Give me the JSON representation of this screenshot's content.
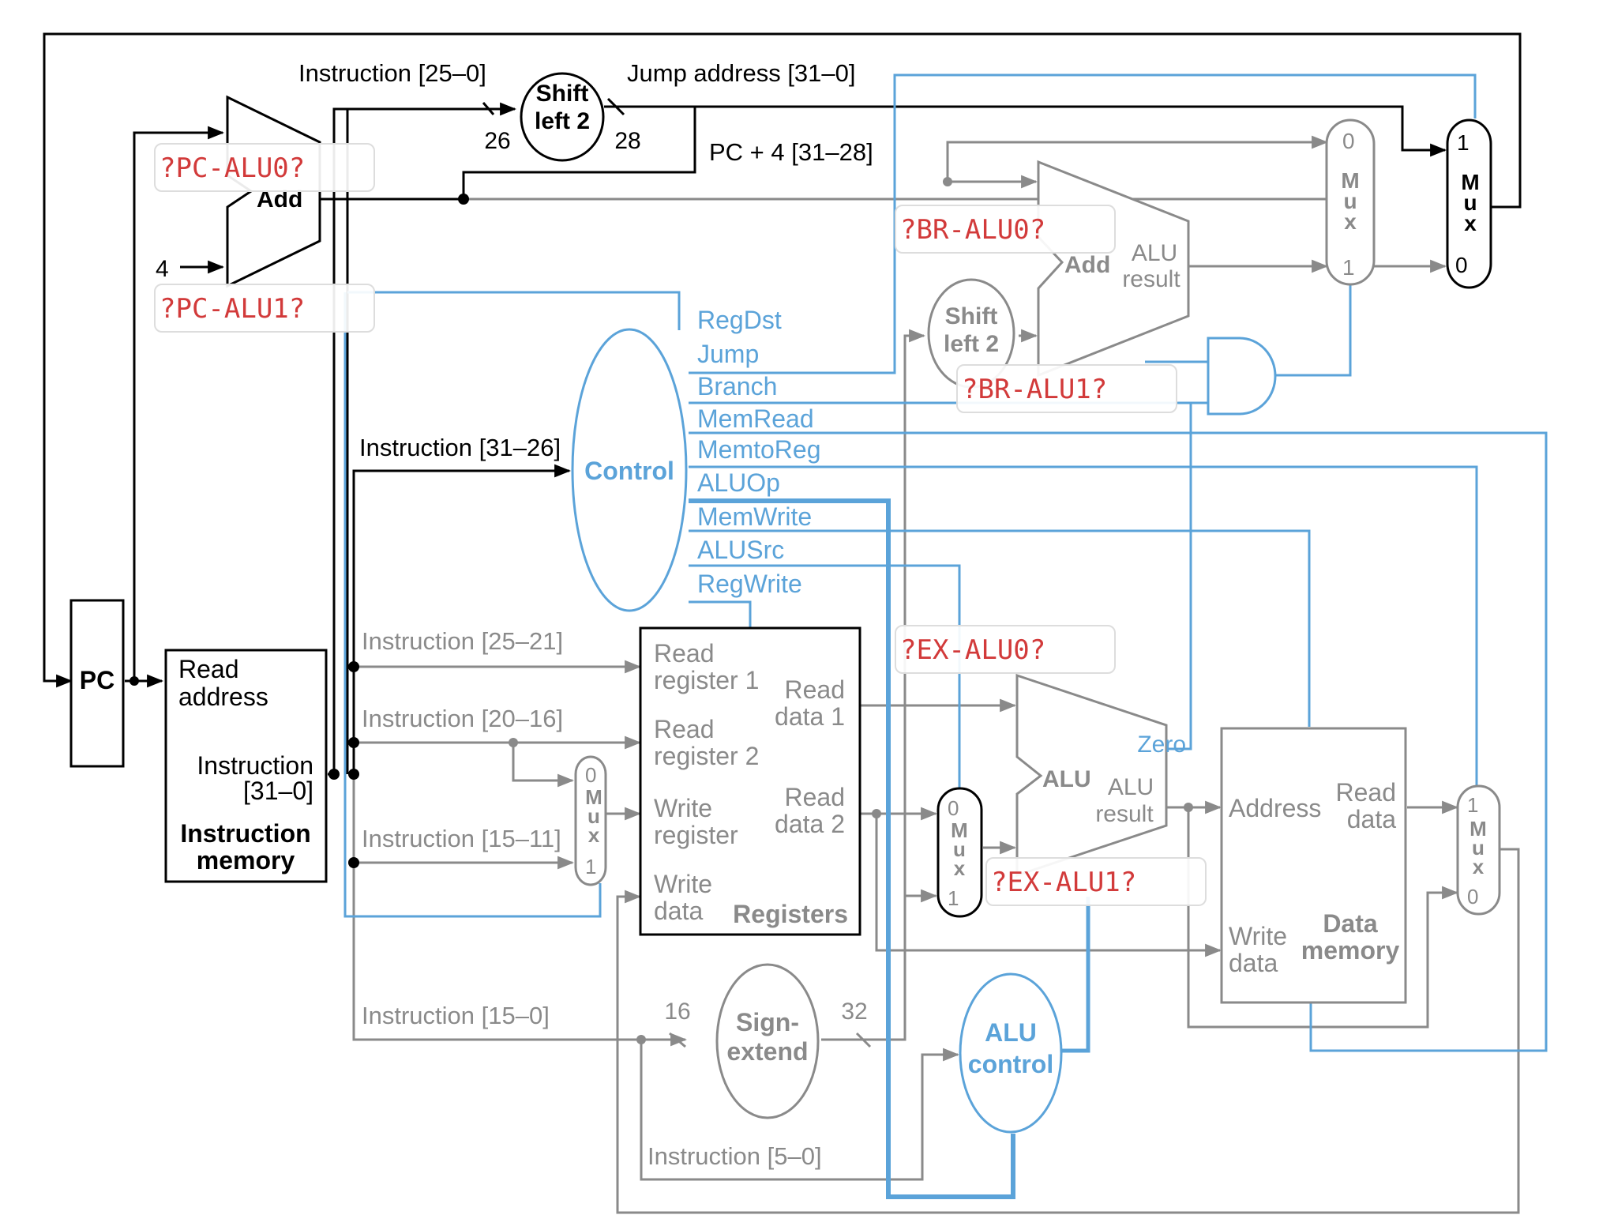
{
  "colors": {
    "black": "#000000",
    "gray": "#8a8a8a",
    "blue": "#5ba3d9",
    "placeholder": "#d23a3a",
    "placeholder_border": "#dddddd"
  },
  "placeholders": {
    "pc_alu0": "?PC-ALU0?",
    "pc_alu1": "?PC-ALU1?",
    "br_alu0": "?BR-ALU0?",
    "br_alu1": "?BR-ALU1?",
    "ex_alu0": "?EX-ALU0?",
    "ex_alu1": "?EX-ALU1?"
  },
  "pc_adder": {
    "label": "Add",
    "const4": "4"
  },
  "shift_jump": {
    "line1": "Shift",
    "line2": "left 2",
    "in_width": "26",
    "out_width": "28"
  },
  "labels": {
    "instr_25_0": "Instruction [25–0]",
    "jump_address": "Jump address [31–0]",
    "pc4": "PC + 4 [31–28]",
    "instr_31_26": "Instruction [31–26]",
    "instr_25_21": "Instruction [25–21]",
    "instr_20_16": "Instruction [20–16]",
    "instr_15_11": "Instruction [15–11]",
    "instr_15_0": "Instruction [15–0]",
    "instr_5_0": "Instruction [5–0]"
  },
  "pc": {
    "label": "PC"
  },
  "imem": {
    "read_address_1": "Read",
    "read_address_2": "address",
    "instruction_1": "Instruction",
    "instruction_2": "[31–0]",
    "title_1": "Instruction",
    "title_2": "memory"
  },
  "control": {
    "label": "Control",
    "signals": [
      "RegDst",
      "Jump",
      "Branch",
      "MemRead",
      "MemtoReg",
      "ALUOp",
      "MemWrite",
      "ALUSrc",
      "RegWrite"
    ]
  },
  "branch_adder": {
    "label": "Add",
    "result_1": "ALU",
    "result_2": "result"
  },
  "shift_branch": {
    "line1": "Shift",
    "line2": "left 2"
  },
  "mux": {
    "letters": [
      "M",
      "u",
      "x"
    ],
    "zero": "0",
    "one": "1"
  },
  "registers": {
    "read_reg1_a": "Read",
    "read_reg1_b": "register 1",
    "read_reg2_a": "Read",
    "read_reg2_b": "register 2",
    "write_reg_a": "Write",
    "write_reg_b": "register",
    "write_data_a": "Write",
    "write_data_b": "data",
    "read_data1_a": "Read",
    "read_data1_b": "data 1",
    "read_data2_a": "Read",
    "read_data2_b": "data 2",
    "title": "Registers"
  },
  "alu": {
    "label": "ALU",
    "zero": "Zero",
    "result_1": "ALU",
    "result_2": "result"
  },
  "dmem": {
    "address": "Address",
    "read_data_a": "Read",
    "read_data_b": "data",
    "write_data_a": "Write",
    "write_data_b": "data",
    "title_1": "Data",
    "title_2": "memory"
  },
  "sign_extend": {
    "line1": "Sign-",
    "line2": "extend",
    "in_width": "16",
    "out_width": "32"
  },
  "alu_control": {
    "line1": "ALU",
    "line2": "control"
  }
}
